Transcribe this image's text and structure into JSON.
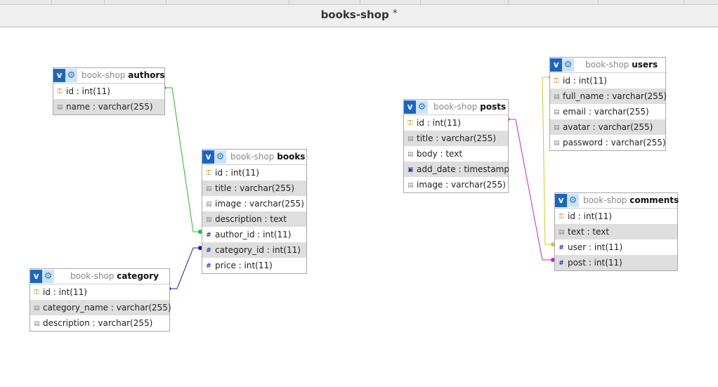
{
  "designer": {
    "title": "books-shop",
    "modified_marker": "*"
  },
  "tables": {
    "authors": {
      "db": "book-shop",
      "name": "authors",
      "columns": [
        {
          "text": "id : int(11)",
          "icon": "key-icon"
        },
        {
          "text": "name : varchar(255)",
          "icon": "column-icon"
        }
      ]
    },
    "books": {
      "db": "book-shop",
      "name": "books",
      "columns": [
        {
          "text": "id : int(11)",
          "icon": "key-icon"
        },
        {
          "text": "title : varchar(255)",
          "icon": "column-icon"
        },
        {
          "text": "image : varchar(255)",
          "icon": "column-icon"
        },
        {
          "text": "description : text",
          "icon": "column-icon"
        },
        {
          "text": "author_id : int(11)",
          "icon": "numeric-icon"
        },
        {
          "text": "category_id : int(11)",
          "icon": "numeric-icon"
        },
        {
          "text": "price : int(11)",
          "icon": "numeric-icon"
        }
      ]
    },
    "category": {
      "db": "book-shop",
      "name": "category",
      "columns": [
        {
          "text": "id : int(11)",
          "icon": "key-icon"
        },
        {
          "text": "category_name : varchar(255)",
          "icon": "column-icon"
        },
        {
          "text": "description : varchar(255)",
          "icon": "column-icon"
        }
      ]
    },
    "posts": {
      "db": "book-shop",
      "name": "posts",
      "columns": [
        {
          "text": "id : int(11)",
          "icon": "key-icon"
        },
        {
          "text": "title : varchar(255)",
          "icon": "column-icon"
        },
        {
          "text": "body : text",
          "icon": "column-icon"
        },
        {
          "text": "add_date : timestamp",
          "icon": "date-icon"
        },
        {
          "text": "image : varchar(255)",
          "icon": "column-icon"
        }
      ]
    },
    "users": {
      "db": "book-shop",
      "name": "users",
      "columns": [
        {
          "text": "id : int(11)",
          "icon": "key-icon"
        },
        {
          "text": "full_name : varchar(255)",
          "icon": "column-icon"
        },
        {
          "text": "email : varchar(255)",
          "icon": "column-icon"
        },
        {
          "text": "avatar : varchar(255)",
          "icon": "column-icon"
        },
        {
          "text": "password : varchar(255)",
          "icon": "column-icon"
        }
      ]
    },
    "comments": {
      "db": "book-shop",
      "name": "comments",
      "columns": [
        {
          "text": "id : int(11)",
          "icon": "key-icon"
        },
        {
          "text": "text : text",
          "icon": "column-icon"
        },
        {
          "text": "user : int(11)",
          "icon": "numeric-icon"
        },
        {
          "text": "post : int(11)",
          "icon": "numeric-icon"
        }
      ]
    }
  },
  "relations": [
    {
      "from": "books.author_id",
      "to": "authors.id",
      "color": "#22bb22"
    },
    {
      "from": "books.category_id",
      "to": "category.id",
      "color": "#1a1aaa"
    },
    {
      "from": "comments.user",
      "to": "users.id",
      "color": "#cccc22"
    },
    {
      "from": "comments.post",
      "to": "posts.id",
      "color": "#cc22cc"
    }
  ],
  "header_icons": {
    "toggle": "v-toggle-icon",
    "options": "gear-icon"
  }
}
